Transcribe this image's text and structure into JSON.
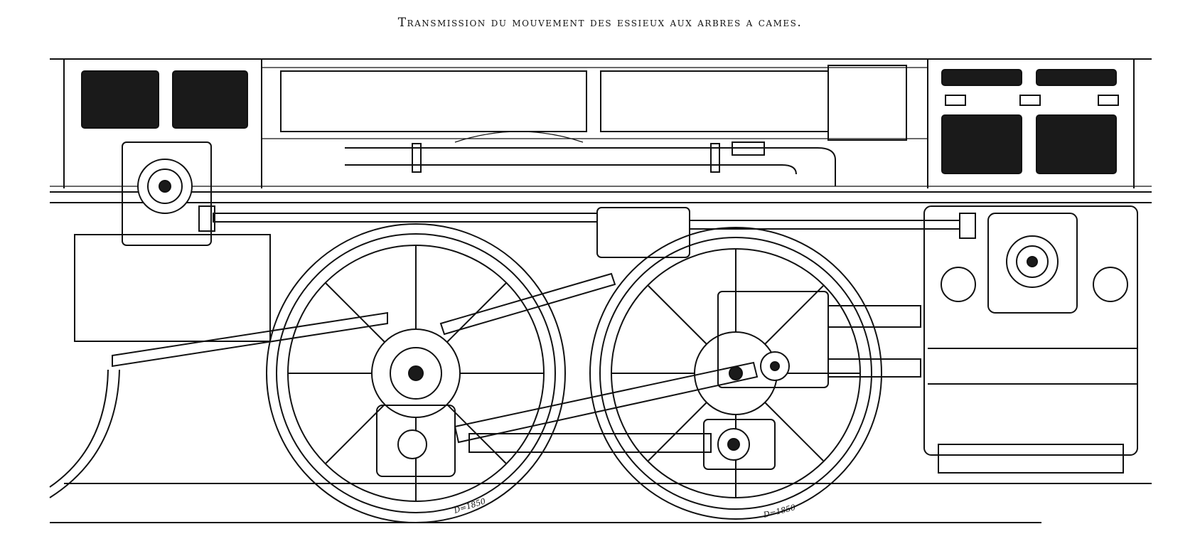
{
  "title": "Transmission du mouvement des essieux aux arbres a cames.",
  "wheels": [
    {
      "id": "front-driving-wheel",
      "dimension_label": "D=1850"
    },
    {
      "id": "rear-driving-wheel",
      "dimension_label": "D=1850"
    }
  ],
  "colors": {
    "ink": "#111111",
    "paper": "#ffffff",
    "grille": "#1a1a1a"
  }
}
